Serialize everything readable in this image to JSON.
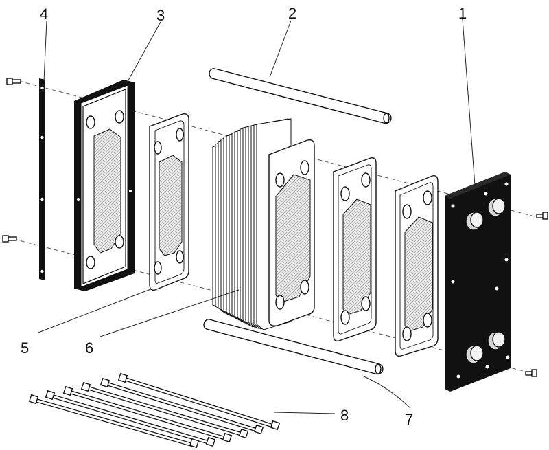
{
  "labels": {
    "l1": "1",
    "l2": "2",
    "l3": "3",
    "l4": "4",
    "l5": "5",
    "l6": "6",
    "l7": "7",
    "l8": "8"
  },
  "colors": {
    "frame": "#111111",
    "outline": "#111111",
    "fill_white": "#ffffff",
    "hatch": "#cfcfcf",
    "port_gray": "#e6e6e6"
  }
}
